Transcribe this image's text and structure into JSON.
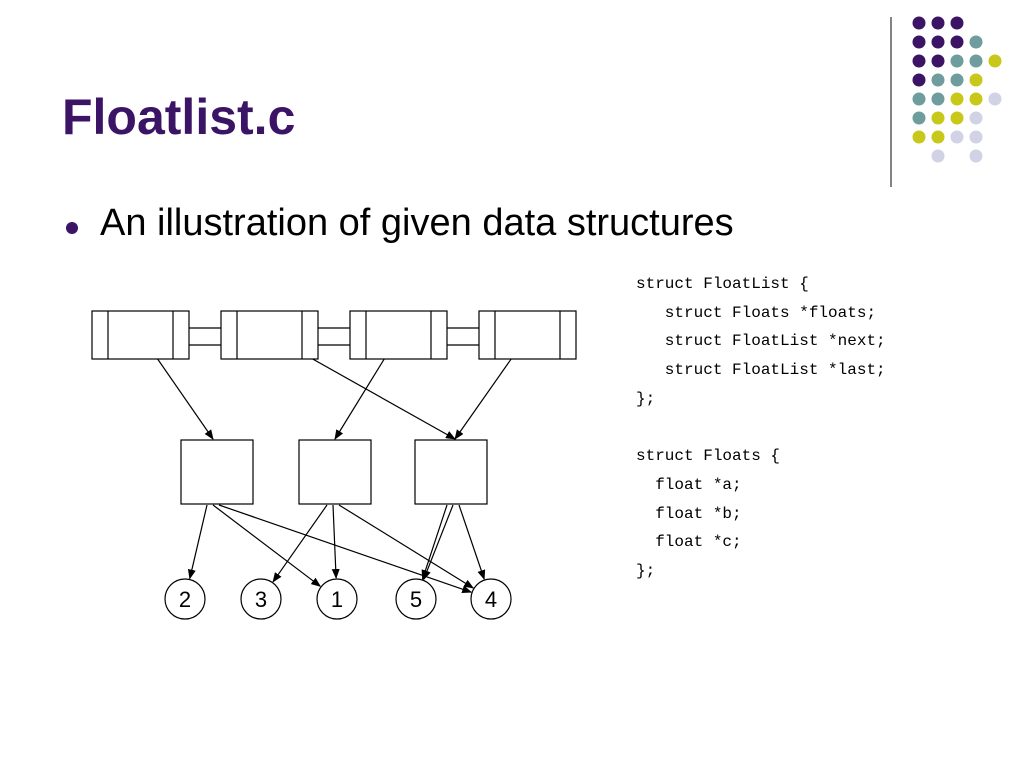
{
  "slide": {
    "title": "Floatlist.c"
  },
  "bullets": [
    {
      "text": "An illustration of given data structures"
    }
  ],
  "code": [
    "struct FloatList {",
    "   struct Floats *floats;",
    "   struct FloatList *next;",
    "   struct FloatList *last;",
    "};",
    "",
    "struct Floats {",
    "  float *a;",
    "  float *b;",
    "  float *c;",
    "};"
  ],
  "diagram": {
    "list_nodes": 4,
    "floats_boxes": 3,
    "value_nodes": [
      {
        "label": "2"
      },
      {
        "label": "3"
      },
      {
        "label": "1"
      },
      {
        "label": "5"
      },
      {
        "label": "4"
      }
    ],
    "node_to_box": [
      0,
      2,
      1,
      2
    ],
    "box_to_values": [
      [
        0,
        2,
        4
      ],
      [
        1,
        2,
        4
      ],
      [
        3,
        3,
        4
      ]
    ]
  },
  "colors": {
    "title": "#3b1466",
    "dark_purple": "#3b1466",
    "teal": "#6f9c9c",
    "yellow": "#c8c81a",
    "lavender": "#d2d2e6",
    "stroke": "#000000"
  }
}
